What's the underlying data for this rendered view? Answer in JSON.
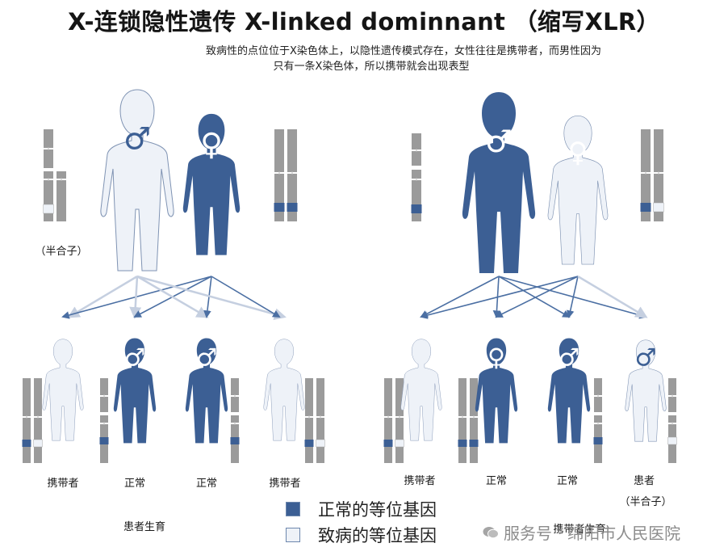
{
  "title": "X-连锁隐性遗传  X-linked dominnant （缩写XLR）",
  "description": {
    "line1": "致病性的点位位于X染色体上，以隐性遗传模式存在，女性往往是携带者，而男性因为",
    "line2": "只有一条X染色体，所以携带就会出现表型"
  },
  "symbols": {
    "male": "♂",
    "female": "♀"
  },
  "labels": {
    "hemizygous_left": "（半合子）",
    "hemizygous_right": "（半合子）",
    "left_children": [
      "携带者",
      "正常",
      "正常",
      "携带者"
    ],
    "right_children": [
      "携带者",
      "正常",
      "正常",
      "患者"
    ],
    "left_caption": "患者生育",
    "right_caption": "携带者生育"
  },
  "legend": [
    {
      "color": "#3c5f94",
      "text": "正常的等位基因"
    },
    {
      "color": "#eef2f8",
      "text": "致病的等位基因"
    }
  ],
  "watermark": "服务号 · 绵阳市人民医院",
  "colors": {
    "normal": "#3c5f94",
    "pathogenic": "#eef2f8",
    "chromosome": "#9b9b9b",
    "arrow": "#4b6fa3",
    "arrow_light": "#c5cfe0"
  }
}
